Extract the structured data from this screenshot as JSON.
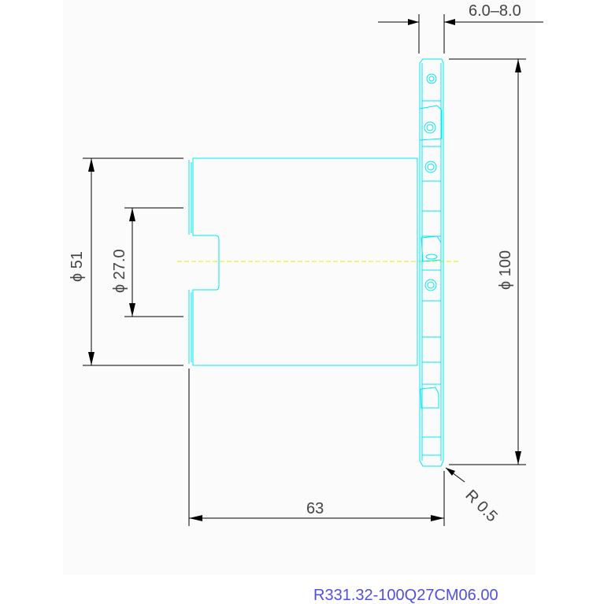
{
  "drawing": {
    "dims": {
      "thickness": "6.0–8.0",
      "outer_dia": "ϕ 100",
      "shank_dia": "ϕ  51",
      "bore_dia": "ϕ  27.0",
      "length": "63",
      "radius": "R 0.5"
    },
    "part_number": "R331.32-100Q27CM06.00",
    "colors": {
      "geometry": "#00e8f0",
      "dimension": "#000000",
      "centerline": "#e8e800",
      "part_number": "#5050e0"
    }
  }
}
